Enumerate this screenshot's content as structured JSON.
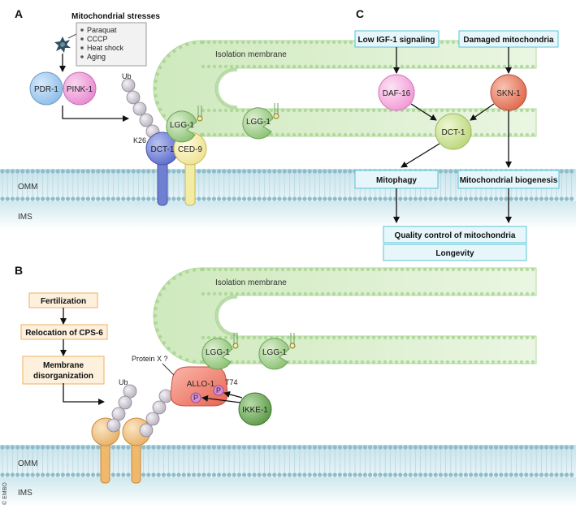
{
  "panels": {
    "a": "A",
    "b": "B",
    "c": "C"
  },
  "panel_a": {
    "stress_title": "Mitochondrial stresses",
    "stresses": [
      "Paraquat",
      "CCCP",
      "Heat shock",
      "Aging"
    ],
    "pdr1": "PDR-1",
    "pink1": "PINK-1",
    "ub": "Ub",
    "k26": "K26",
    "dct1": "DCT-1",
    "lgg1": "LGG-1",
    "ced9": "CED-9",
    "isolation_membrane": "Isolation membrane",
    "omm": "OMM",
    "ims": "IMS"
  },
  "panel_b": {
    "steps": [
      "Fertilization",
      "Relocation of CPS-6",
      "Membrane disorganization"
    ],
    "ub": "Ub",
    "protein_x": "Protein X ?",
    "allo1": "ALLO-1",
    "p": "P",
    "t74": "T74",
    "ikke1": "IKKE-1",
    "lgg1": "LGG-1",
    "isolation_membrane": "Isolation membrane",
    "omm": "OMM",
    "ims": "IMS"
  },
  "panel_c": {
    "low_igf": "Low IGF-1 signaling",
    "damaged": "Damaged mitochondria",
    "daf16": "DAF-16",
    "skn1": "SKN-1",
    "dct1": "DCT-1",
    "mitophagy": "Mitophagy",
    "biogenesis": "Mitochondrial biogenesis",
    "quality": "Quality control of mitochondria",
    "longevity": "Longevity"
  },
  "copyright": "© EMBO",
  "colors": {
    "membrane_head": "#8fbccb",
    "membrane_fill": "#d3e9ee",
    "isolation_membrane": "#c9e7b5",
    "lgg1": "#9ccb88",
    "dct1": "#6f7fd1",
    "ced9": "#f4eba4",
    "pdr1": "#8fbde8",
    "pink1": "#e88ad1",
    "daf16": "#f59cd8",
    "skn1": "#e8745a",
    "dct1_c": "#c8e08c",
    "allo1": "#f07b6b",
    "ikke1": "#6aa357",
    "ub": "#c9c4cf",
    "box_blue_border": "#58c5d8",
    "box_blue_fill": "#e6f6fa",
    "box_orange_border": "#f0b060",
    "box_orange_fill": "#fdf0dc"
  }
}
